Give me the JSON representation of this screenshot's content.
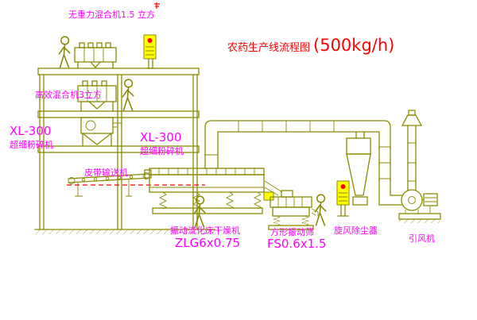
{
  "diagram": {
    "title": "农药生产线流程图",
    "capacity": "(500kg/h)"
  },
  "equipment_labels": {
    "roof_mixer": "无重力混合机1.5 立方",
    "high_efficiency_mixer": "高效混合机3立方",
    "pulverizer_left": {
      "model": "XL-300",
      "name": "超细粉碎机"
    },
    "pulverizer_center": {
      "model": "XL-300",
      "name": "超细粉碎机"
    },
    "belt_conveyor": "皮带输送机",
    "fluid_bed_dryer": {
      "name": "振动流化床干燥机",
      "model": "ZLG6x0.75"
    },
    "square_vibrating_sieve": {
      "name": "方形振动筛",
      "model": "FS0.6x1.5"
    },
    "cyclone_dust_collector": "旋风除尘器",
    "induced_draft_fan": "引风机"
  },
  "colors": {
    "background": "#ffffff",
    "drawing_line": "#8a8a00",
    "label_text": "#ff00ff",
    "title_text": "#ff0000",
    "cabinet_fill": "#ffff00",
    "indicator_dot": "#ff0000",
    "dashed_guide": "#ff0000"
  }
}
